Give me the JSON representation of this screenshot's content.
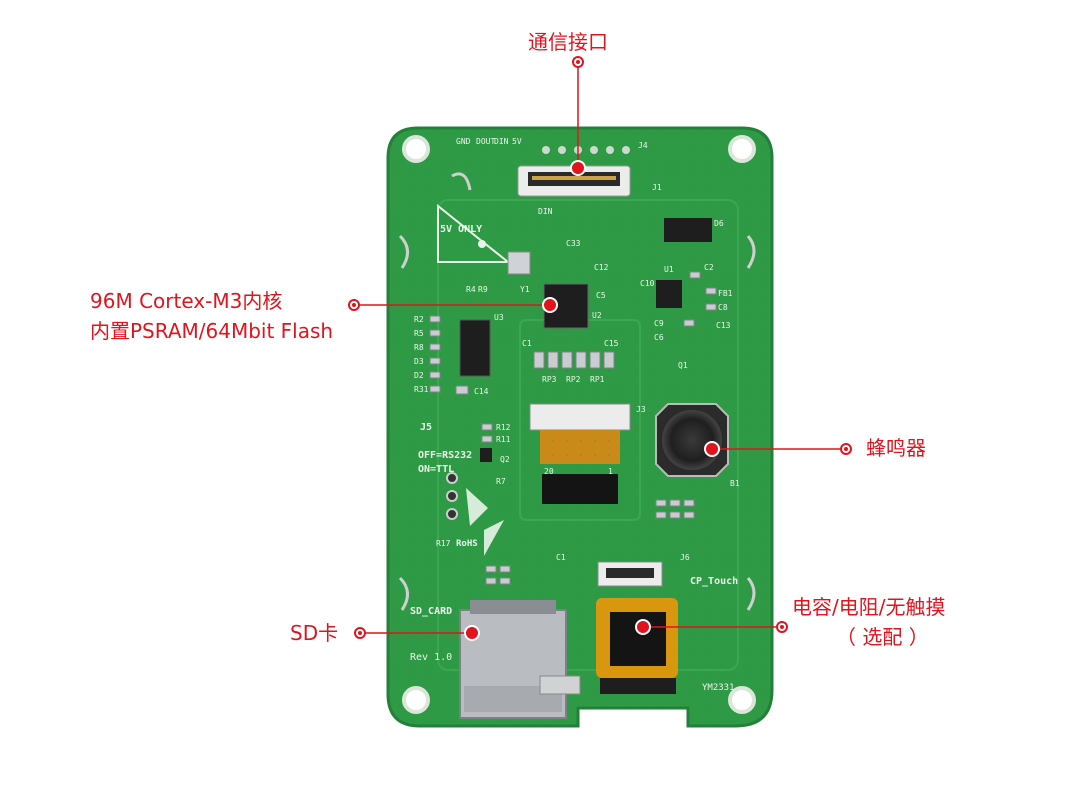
{
  "callouts": {
    "comm": "通信接口",
    "mcu_line1": "96M Cortex-M3内核",
    "mcu_line2": "内置PSRAM/64Mbit Flash",
    "buzzer": "蜂鸣器",
    "touch_line1": "电容/电阻/无触摸",
    "touch_line2": "（ 选配 ）",
    "sd": "SD卡"
  },
  "silkscreen": {
    "j4": "J4",
    "j1": "J1",
    "j3": "J3",
    "j5": "J5",
    "j6": "J6",
    "u1": "U1",
    "u2": "U2",
    "u3": "U3",
    "y1": "Y1",
    "q1": "Q1",
    "q2": "Q2",
    "d6": "D6",
    "b1": "B1",
    "fb1": "FB1",
    "c1": "C1",
    "c2": "C2",
    "c5": "C5",
    "c6": "C6",
    "c8": "C8",
    "c9": "C9",
    "c10": "C10",
    "c12": "C12",
    "c13": "C13",
    "c14": "C14",
    "c15": "C15",
    "c33": "C33",
    "r2": "R2",
    "r4": "R4",
    "r5": "R5",
    "r8": "R8",
    "r9": "R9",
    "r11": "R11",
    "r12": "R12",
    "r7": "R7",
    "r17": "R17",
    "r31": "R31",
    "d2": "D2",
    "d3": "D3",
    "rp1": "RP1",
    "rp2": "RP2",
    "rp3": "RP3",
    "five_v_only": "5V ONLY",
    "off_rs232": "OFF=RS232",
    "on_ttl": "ON=TTL",
    "rohs": "RoHS",
    "sd_card": "SD_CARD",
    "rev": "Rev 1.0",
    "cp_touch": "CP_Touch",
    "pin_20": "20",
    "pin_1": "1",
    "year_code": "YM2331",
    "pins_top": [
      "GND",
      "DOUT",
      "DIN",
      "DIN",
      "5V"
    ]
  },
  "colors": {
    "callout": "#e0141c",
    "pcb": "#2f9a45",
    "pcb_edge": "#238038",
    "silk": "#e9f5e9",
    "flex": "#d9960f"
  }
}
